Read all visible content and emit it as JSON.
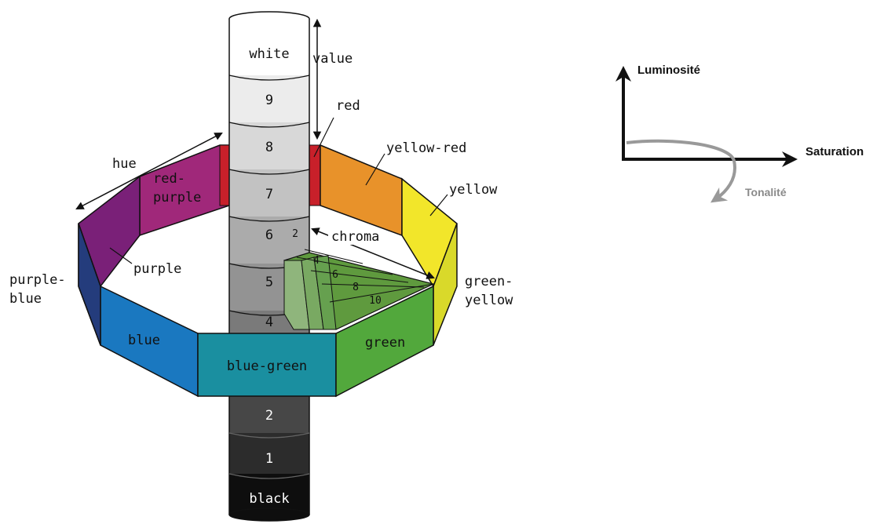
{
  "munsell": {
    "column": {
      "levels": [
        "white",
        "9",
        "8",
        "7",
        "6",
        "5",
        "4",
        "2",
        "1",
        "black"
      ]
    },
    "labels": {
      "value": "value",
      "hue": "hue",
      "chroma": "chroma"
    },
    "chroma_steps": [
      "2",
      "4",
      "6",
      "8",
      "10"
    ],
    "hues": {
      "red": "red",
      "yellow_red": "yellow-red",
      "yellow": "yellow",
      "green_yellow_1": "green-",
      "green_yellow_2": "yellow",
      "green": "green",
      "blue_green": "blue-green",
      "blue": "blue",
      "purple_blue_1": "purple-",
      "purple_blue_2": "blue",
      "purple": "purple",
      "red_purple_1": "red-",
      "red_purple_2": "purple"
    },
    "colors": {
      "red": "#c8202a",
      "yellow_red": "#e8922a",
      "yellow": "#f2e62a",
      "green_yellow": "#d9d92a",
      "green": "#52a83c",
      "blue_green": "#1a8fa0",
      "blue": "#1a78c0",
      "purple_blue": "#243c7c",
      "purple": "#7a2078",
      "red_purple": "#a0287a"
    }
  },
  "axes": {
    "vertical": "Luminosité",
    "horizontal": "Saturation",
    "curve": "Tonalité"
  }
}
